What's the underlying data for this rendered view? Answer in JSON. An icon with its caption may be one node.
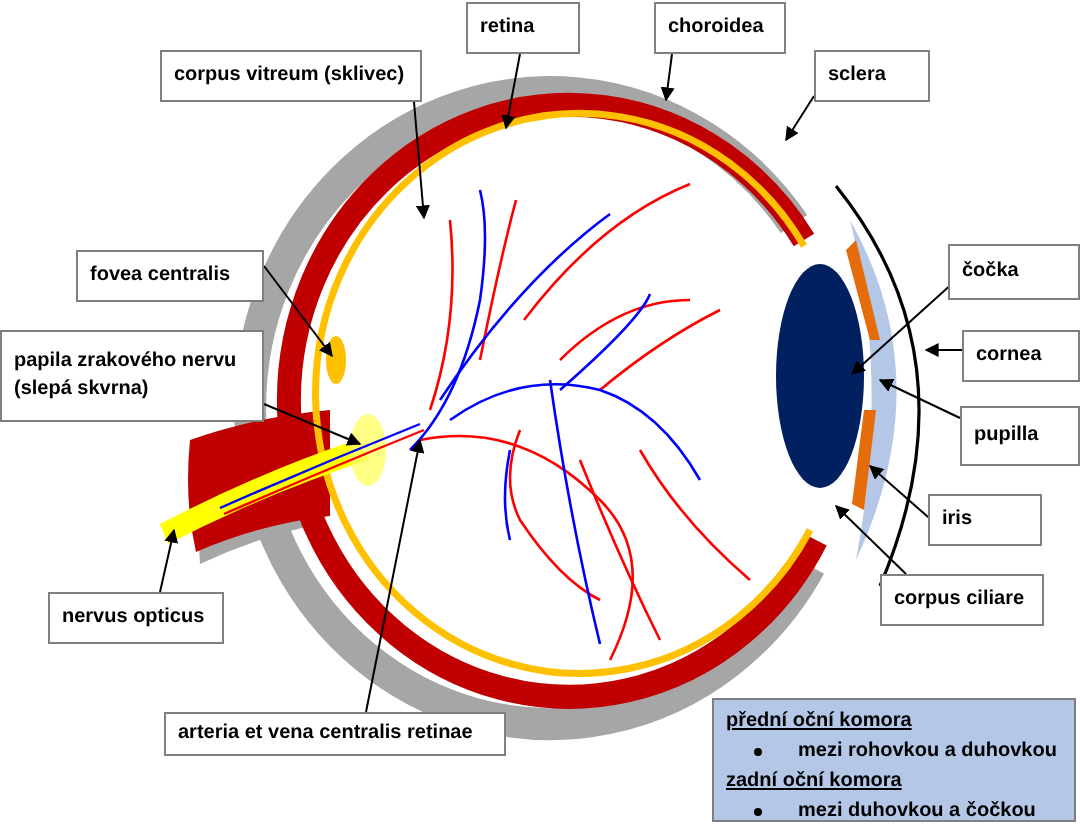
{
  "diagram": {
    "nodes": [
      {
        "text": [
          "retina"
        ]
      },
      {
        "text": [
          "choroidea"
        ]
      },
      {
        "text": [
          "corpus vitreum (sklivec)"
        ]
      },
      {
        "text": [
          "sclera"
        ]
      },
      {
        "text": [
          "fovea centralis"
        ]
      },
      {
        "text": [
          "čočka"
        ]
      },
      {
        "text": [
          "cornea"
        ]
      },
      {
        "text": [
          "papila zrakového nervu (slepá skvrna)"
        ]
      },
      {
        "text": [
          "pupilla"
        ]
      },
      {
        "text": [
          "iris"
        ]
      },
      {
        "text": [
          "nervus opticus"
        ]
      },
      {
        "text": [
          "corpus ciliare"
        ]
      },
      {
        "text": [
          "arteria et vena centralis retinae"
        ]
      },
      {
        "text": [
          "přední oční komora",
          "mezi rohovkou a duhovkou",
          "zadní oční komora",
          "mezi duhovkou a čočkou"
        ]
      }
    ],
    "edges": [
      {
        "from": 0,
        "to": null,
        "arrow": "to"
      },
      {
        "from": 1,
        "to": null,
        "arrow": "to"
      },
      {
        "from": 2,
        "to": null,
        "arrow": "to"
      },
      {
        "from": 3,
        "to": null,
        "arrow": "to"
      },
      {
        "from": 4,
        "to": null,
        "arrow": "to"
      },
      {
        "from": 5,
        "to": null,
        "arrow": "to"
      },
      {
        "from": 6,
        "to": null,
        "arrow": "to"
      },
      {
        "from": 7,
        "to": null,
        "arrow": "to"
      },
      {
        "from": 8,
        "to": null,
        "arrow": "to"
      },
      {
        "from": 9,
        "to": null,
        "arrow": "to"
      },
      {
        "from": 10,
        "to": null,
        "arrow": "to"
      },
      {
        "from": 11,
        "to": null,
        "arrow": "to"
      },
      {
        "from": 12,
        "to": null,
        "arrow": "to"
      }
    ]
  }
}
